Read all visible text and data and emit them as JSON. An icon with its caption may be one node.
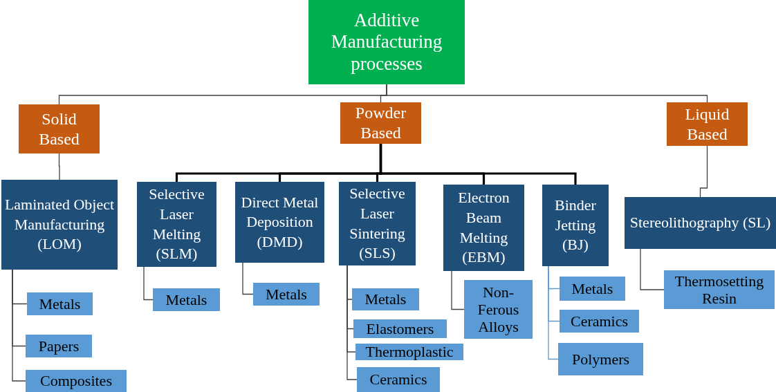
{
  "diagram": {
    "nodes": [
      {
        "text": [
          "Additive Manufacturing processes"
        ]
      },
      {
        "text": [
          "Solid Based"
        ]
      },
      {
        "text": [
          "Powder Based"
        ]
      },
      {
        "text": [
          "Liquid Based"
        ]
      },
      {
        "text": [
          "Laminated Object Manufacturing (LOM)"
        ]
      },
      {
        "text": [
          "Selective Laser Melting (SLM)"
        ]
      },
      {
        "text": [
          "Direct Metal Deposition (DMD)"
        ]
      },
      {
        "text": [
          "Selective Laser Sintering (SLS)"
        ]
      },
      {
        "text": [
          "Electron Beam Melting (EBM)"
        ]
      },
      {
        "text": [
          "Binder Jetting (BJ)"
        ]
      },
      {
        "text": [
          "Stereolithography (SL)"
        ]
      },
      {
        "text": [
          "Metals"
        ]
      },
      {
        "text": [
          "Papers"
        ]
      },
      {
        "text": [
          "Composites"
        ]
      },
      {
        "text": [
          "Metals"
        ]
      },
      {
        "text": [
          "Metals"
        ]
      },
      {
        "text": [
          "Metals"
        ]
      },
      {
        "text": [
          "Elastomers"
        ]
      },
      {
        "text": [
          "Thermoplastic"
        ]
      },
      {
        "text": [
          "Ceramics"
        ]
      },
      {
        "text": [
          "Non-Ferous Alloys"
        ]
      },
      {
        "text": [
          "Metals"
        ]
      },
      {
        "text": [
          "Ceramics"
        ]
      },
      {
        "text": [
          "Polymers"
        ]
      },
      {
        "text": [
          "Thermosetting Resin"
        ]
      }
    ],
    "edges": [
      {
        "from": 0,
        "to": 1,
        "arrow": "none"
      },
      {
        "from": 0,
        "to": 2,
        "arrow": "none"
      },
      {
        "from": 0,
        "to": 3,
        "arrow": "none"
      },
      {
        "from": 1,
        "to": 4,
        "arrow": "none"
      },
      {
        "from": 2,
        "to": 5,
        "arrow": "none",
        "style": "thick"
      },
      {
        "from": 2,
        "to": 6,
        "arrow": "none",
        "style": "thick"
      },
      {
        "from": 2,
        "to": 7,
        "arrow": "none",
        "style": "thick"
      },
      {
        "from": 2,
        "to": 8,
        "arrow": "none",
        "style": "thick"
      },
      {
        "from": 2,
        "to": 9,
        "arrow": "none",
        "style": "thick"
      },
      {
        "from": 3,
        "to": 10,
        "arrow": "none"
      },
      {
        "from": 4,
        "to": 11,
        "arrow": "none"
      },
      {
        "from": 4,
        "to": 12,
        "arrow": "none"
      },
      {
        "from": 4,
        "to": 13,
        "arrow": "none"
      },
      {
        "from": 5,
        "to": 14,
        "arrow": "none"
      },
      {
        "from": 6,
        "to": 15,
        "arrow": "none"
      },
      {
        "from": 7,
        "to": 16,
        "arrow": "none"
      },
      {
        "from": 7,
        "to": 17,
        "arrow": "none"
      },
      {
        "from": 7,
        "to": 18,
        "arrow": "none"
      },
      {
        "from": 7,
        "to": 19,
        "arrow": "none"
      },
      {
        "from": 8,
        "to": 20,
        "arrow": "none"
      },
      {
        "from": 9,
        "to": 21,
        "arrow": "none",
        "color": "#5b9bd5"
      },
      {
        "from": 9,
        "to": 22,
        "arrow": "none",
        "color": "#5b9bd5"
      },
      {
        "from": 9,
        "to": 23,
        "arrow": "none",
        "color": "#5b9bd5"
      },
      {
        "from": 10,
        "to": 24,
        "arrow": "none"
      }
    ]
  }
}
